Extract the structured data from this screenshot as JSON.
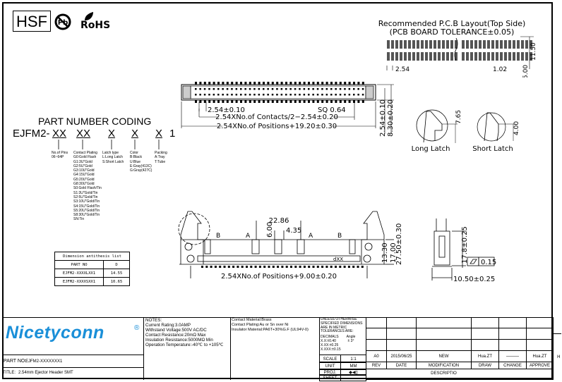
{
  "header": {
    "hsf_label": "HSF",
    "pb_label": "Pb",
    "rohs_label": "RoHS"
  },
  "pcb_layout": {
    "title": "Recommended P.C.B Layout(Top Side)",
    "tolerance": "(PCB BOARD TOLERANCE±0.05)",
    "dim_pitch": "2.54",
    "dim_pad": "1.02",
    "dim_row": "5.00",
    "dim_height": "11.50"
  },
  "top_view": {
    "dim_pitch": "2.54±0.10",
    "dim_sq": "SQ  0.64",
    "dim_contacts": "2.54XNo.of  Contacts/2−2.54±0.20",
    "dim_positions": "2.54XNo.of  Positions+19.20±0.30",
    "dim_row_pitch": "2.54±0.10",
    "dim_width": "8.30±0.20"
  },
  "latch_details": {
    "long_label": "Long  Latch",
    "long_dim": "7.65",
    "short_label": "Short  Latch",
    "short_dim": "4.00"
  },
  "part_coding": {
    "title": "PART NUMBER CODING",
    "prefix": "EJFM2-",
    "fields": [
      "XX",
      "XX",
      "X",
      "X",
      "X"
    ],
    "suffix": "1",
    "pins": {
      "title": "No.of Pins",
      "lines": [
        "06~64P"
      ]
    },
    "plating": {
      "title": "Contact Plating",
      "lines": [
        "G0:Gold Flash",
        "G1:3U\"Gold",
        "G2:5U\"Gold",
        "G3:10U\"Gold",
        "G4:15U\"Gold",
        "G5:20U\"Gold",
        "G8:30U\"Gold",
        "S0:Gold Flash/Tin",
        "S1:3U\"Gold/Tin",
        "S2:5U\"Gold/Tin",
        "S3:10U\"Gold/Tin",
        "S4:15U\"Gold/Tin",
        "S5:20U\"Gold/Tin",
        "S8:30U\"Gold/Tin",
        "SN:Tin"
      ]
    },
    "latch": {
      "title": "Latch type",
      "lines": [
        "L:Long Latch",
        "S:Short Latch"
      ]
    },
    "color": {
      "title": "Color",
      "lines": [
        "B:Black",
        "U:Blue",
        "E:Gray(413C)",
        "G:Gray(427C)"
      ]
    },
    "packing": {
      "title": "Packing",
      "lines": [
        "A:Tray",
        "T:Tube"
      ]
    }
  },
  "front_view": {
    "dim_a_pitch": "22.86",
    "dim_height_inner": "6.00",
    "dim_key": "4.35",
    "label_a": "A",
    "label_b": "B",
    "marking": "dXX",
    "dim_positions": "2.54XNo.of  Positions+9.00±0.20",
    "dim_13": "13.30",
    "dim_17": "17.00",
    "dim_27": "27.50±0.30"
  },
  "side_view": {
    "dim_height": "17.8±0.25",
    "flatness": "0.15",
    "dim_width": "10.50±0.25"
  },
  "dimension_table": {
    "title": "Dimension antithesis list",
    "headers": [
      "PART NO",
      "D"
    ],
    "rows": [
      [
        "EJFM2-XXXXLXX1",
        "14.55"
      ],
      [
        "EJFM2-XXXXSXX1",
        "10.65"
      ]
    ]
  },
  "title_block": {
    "logo": "Nicetyconn",
    "logo_color": "#1a8fd8",
    "part_no_label": "PART NO:",
    "part_no": "EJFM2-XXXXXXX1",
    "title_label": "TITLE:",
    "title": "2.54mm Ejector Header  SMT",
    "notes": [
      "NOTES:",
      "Current Rating:3.0AMP",
      "Withstand Voltage:500V AC/DC",
      "Contact Resistance:20mΩ Max",
      "Insulation Resistance:5000MΩ Min",
      "Operation Temperature:-40℃ to +105℃"
    ],
    "materials": [
      "Contact Material:Brass",
      "Contact Plating:Au or Sn over Ni",
      "Insulator Material:PA6T+30%G.F (UL94V-0)"
    ],
    "tolerance": [
      "UNLESS OTHERWISE",
      "SPECIFIED DIMENSIONS",
      "ARE IN METRIC",
      "TOLERANCES  ARE:"
    ],
    "decimals": [
      "DECIMALS",
      "X.X:±0.40",
      "X.XX:±0.25",
      "X.XXX:±0.15"
    ],
    "angle": [
      "Angle",
      "± 3°"
    ],
    "scale_label": "SCALE",
    "scale": "1:1",
    "unit_label": "UNIT",
    "unit": "MM",
    "proj_label": "PROJ.",
    "sheet_label": "SHEET",
    "revision": {
      "rev": "A0",
      "date": "2015/06/25",
      "description": "NEW",
      "draw": "Hua.ZT",
      "change": "———",
      "approve": "Hua.ZT"
    },
    "rev_headers": [
      "REV",
      "DATE",
      "MODIFICATION DESCRIPTIO",
      "DRAW",
      "CHANGE",
      "APPROVE"
    ],
    "zone": "H"
  }
}
